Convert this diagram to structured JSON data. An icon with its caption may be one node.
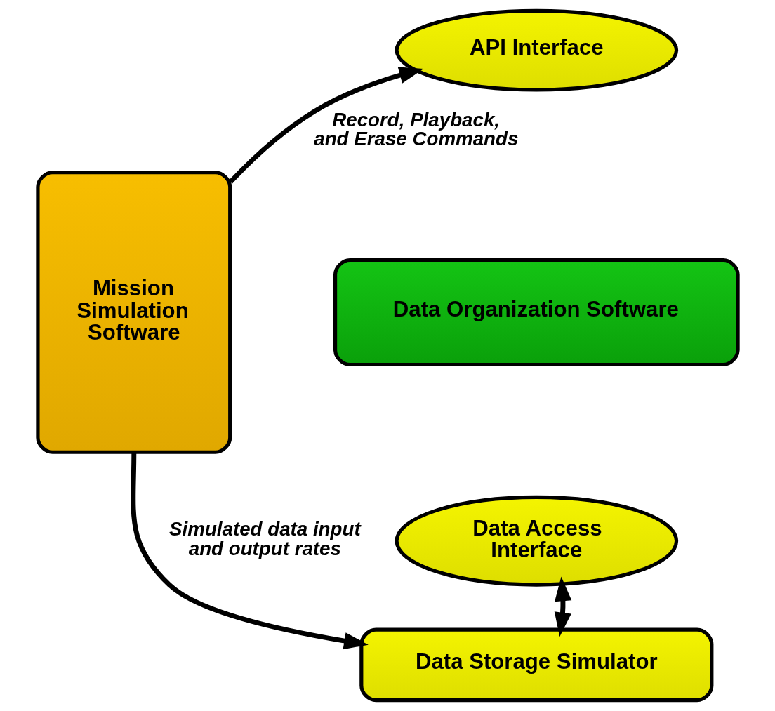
{
  "diagram": {
    "nodes": [
      {
        "text": [
          "Mission Simulation Software"
        ]
      },
      {
        "text": [
          "Data Organization Software"
        ]
      },
      {
        "text": [
          "API Interface"
        ]
      },
      {
        "text": [
          "Data Access Interface"
        ]
      },
      {
        "text": [
          "Data Storage Simulator"
        ]
      }
    ],
    "edges": [
      {
        "from": 0,
        "to": 2,
        "arrow": "to",
        "label": "Record, Playback, and Erase Commands"
      },
      {
        "from": 3,
        "to": 4,
        "arrow": "both"
      },
      {
        "from": 0,
        "to": 4,
        "arrow": "to",
        "label": "Simulated data input and output rates"
      }
    ]
  }
}
